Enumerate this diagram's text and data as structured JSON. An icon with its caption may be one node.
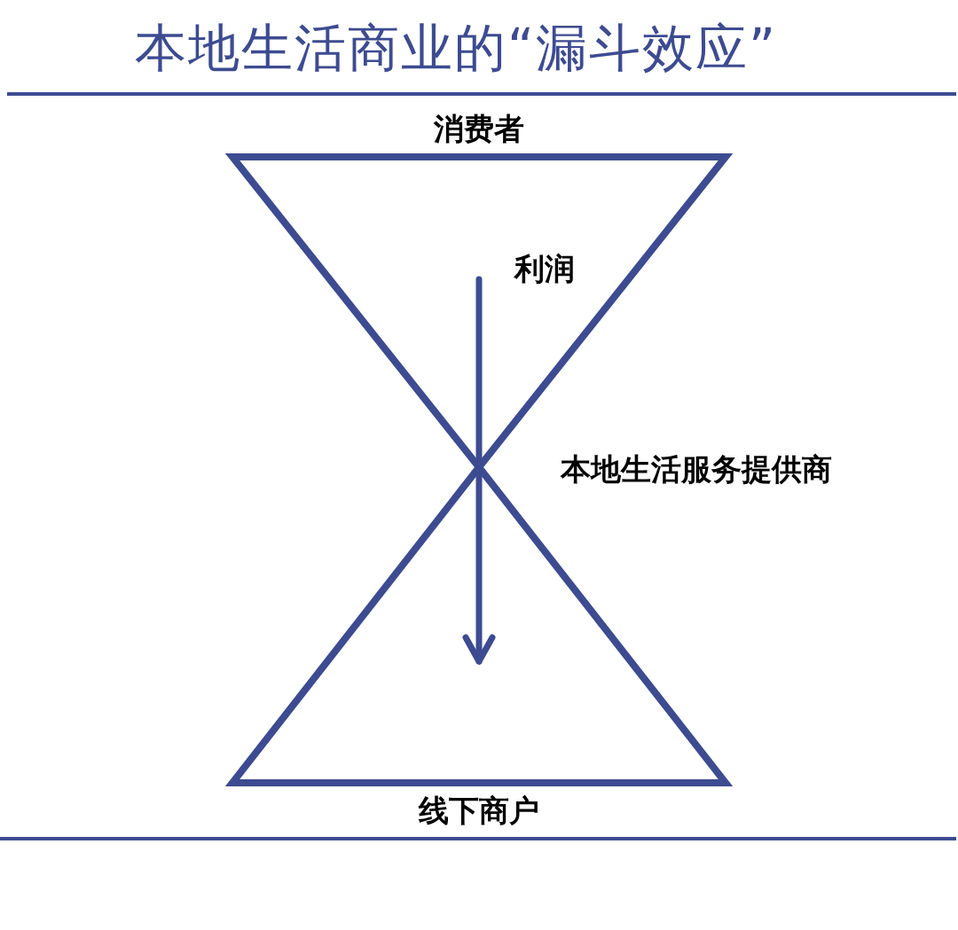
{
  "diagram": {
    "title": "本地生活商业的“漏斗效应”",
    "nodes": [
      {
        "text": [
          "消费者"
        ]
      },
      {
        "text": [
          "线下商户"
        ]
      }
    ],
    "edges": [
      {
        "from": 0,
        "to": 1,
        "arrow": "to",
        "label": "利润"
      }
    ],
    "labels": [
      "本地生活服务提供商"
    ]
  }
}
